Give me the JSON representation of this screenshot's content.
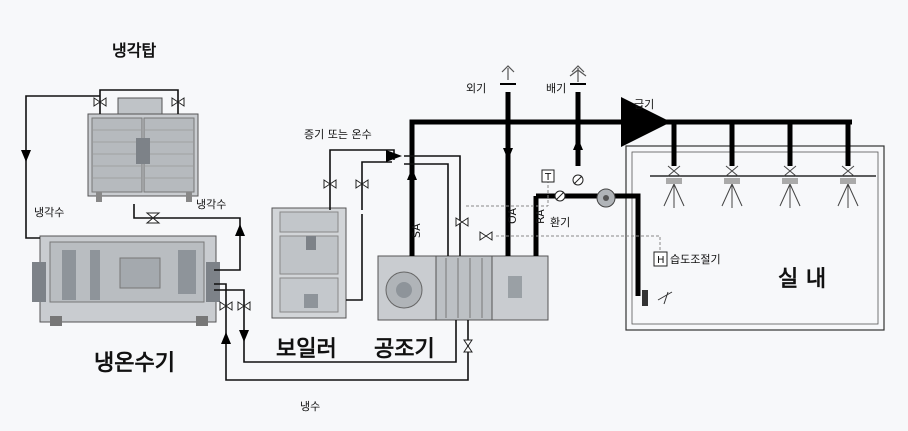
{
  "labels": {
    "cooling_tower": "냉각탑",
    "cooling_water": "냉각수",
    "cooling_water_2": "냉각수",
    "chiller": "냉온수기",
    "chilled_water": "냉수",
    "boiler": "보일러",
    "ahu": "공조기",
    "steam_or_hot_water": "증기 또는 온수",
    "outdoor_air": "외기",
    "exhaust": "배기",
    "supply": "급기",
    "return": "환기",
    "sa": "SA",
    "oa": "OA",
    "ra": "RA",
    "humidistat": "습도조절기",
    "humidistat_letter": "H",
    "sensor_letter": "T",
    "room": "실 내"
  },
  "colors": {
    "background": "#f7f8fa",
    "duct": "#000000",
    "pipe": "#000000",
    "equipment_body": "#c9ccd0",
    "equipment_dark": "#8e949a",
    "control_line": "#888888"
  }
}
